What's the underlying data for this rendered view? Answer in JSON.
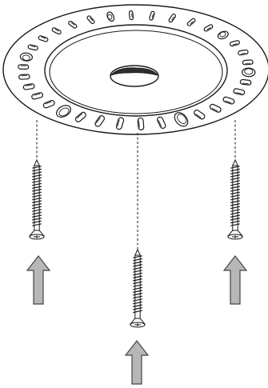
{
  "figure": {
    "colors": {
      "stroke": "#1a1a1a",
      "arrow_fill": "#b7b7b7",
      "arrow_stroke": "#444444",
      "hole_shadow": "#2f2f2f",
      "background": "#ffffff"
    },
    "components": {
      "ring_slot_count": 34,
      "screw_count": 3,
      "arrow_count": 3
    }
  }
}
